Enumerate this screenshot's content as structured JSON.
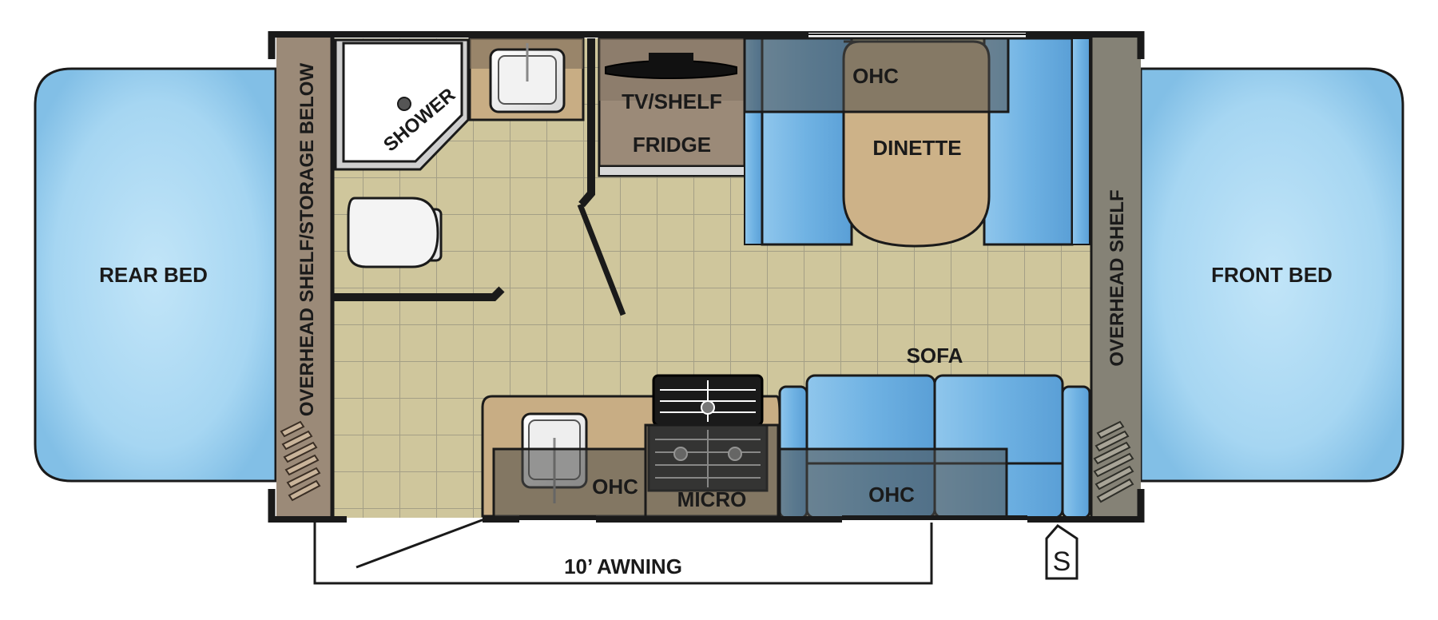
{
  "labels": {
    "rear_bed": "REAR BED",
    "front_bed": "FRONT BED",
    "rear_shelf": "OVERHEAD SHELF/STORAGE BELOW",
    "front_shelf": "OVERHEAD SHELF",
    "shower": "SHOWER",
    "tv_shelf": "TV/SHELF",
    "fridge": "FRIDGE",
    "ohc_top": "OHC",
    "dinette": "DINETTE",
    "sofa": "SOFA",
    "ohc_kitchen": "OHC",
    "micro": "MICRO",
    "ohc_sofa": "OHC",
    "awning": "10’ AWNING",
    "entry_marker": "S"
  },
  "colors": {
    "bed_blue": "#a6d6f2",
    "seat_blue": "#6fb2e3",
    "floor_tan": "#cfc69c",
    "shelf_brown": "#9b8a78",
    "shelf_gray": "#858276",
    "counter_tan": "#c8ad84",
    "dinette_table": "#cdb288",
    "cabinet_overlay": "#4a4a48",
    "outline": "#1a1a1a"
  },
  "icons": {
    "shower_drain": "circle-icon",
    "sink": "sink-icon",
    "toilet": "toilet-icon",
    "tv": "tv-icon",
    "stove": "stove-icon",
    "vents": "vent-icon"
  }
}
